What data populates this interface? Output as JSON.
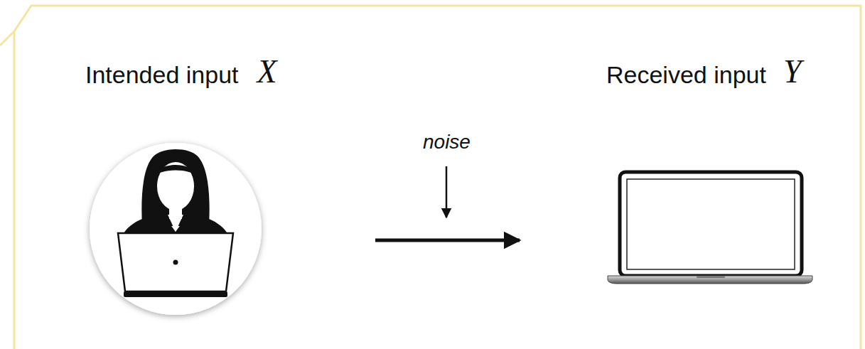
{
  "diagram": {
    "labels": [
      "Intended input",
      "X",
      "noise",
      "Received input",
      "Y"
    ]
  }
}
